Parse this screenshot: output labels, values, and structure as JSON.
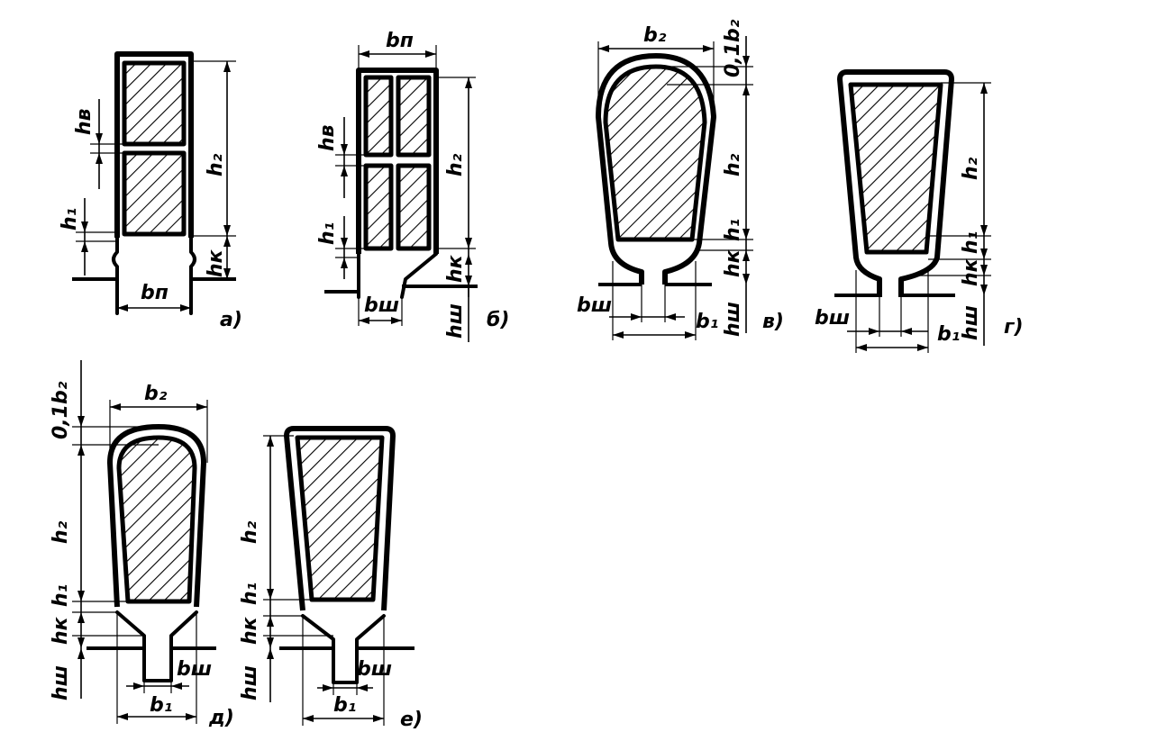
{
  "colors": {
    "ink": "#000000",
    "paper": "#ffffff"
  },
  "figures": {
    "a": {
      "caption": "а)",
      "labels": {
        "hb": "hв",
        "h2": "h₂",
        "h1": "h₁",
        "hk": "hк",
        "bp": "bп"
      }
    },
    "b": {
      "caption": "б)",
      "labels": {
        "bp": "bп",
        "hb": "hв",
        "h2": "h₂",
        "h1": "h₁",
        "hk": "hк",
        "bsh": "bш",
        "hsh": "hш"
      }
    },
    "v": {
      "caption": "в)",
      "labels": {
        "b2": "b₂",
        "r": "0,1b₂",
        "h2": "h₂",
        "h1": "h₁",
        "hk": "hк",
        "bsh": "bш",
        "b1": "b₁",
        "hsh": "hш"
      }
    },
    "g": {
      "caption": "г)",
      "labels": {
        "h2": "h₂",
        "h1": "h₁",
        "hk": "hк",
        "bsh": "bш",
        "b1": "b₁",
        "hsh": "hш"
      }
    },
    "d": {
      "caption": "д)",
      "labels": {
        "r": "0,1b₂",
        "b2": "b₂",
        "h2": "h₂",
        "h1": "h₁",
        "hk": "hк",
        "hsh": "hш",
        "bsh": "bш",
        "b1": "b₁"
      }
    },
    "e": {
      "caption": "е)",
      "labels": {
        "h2": "h₂",
        "h1": "h₁",
        "hk": "hк",
        "hsh": "hш",
        "bsh": "bш",
        "b1": "b₁"
      }
    }
  }
}
